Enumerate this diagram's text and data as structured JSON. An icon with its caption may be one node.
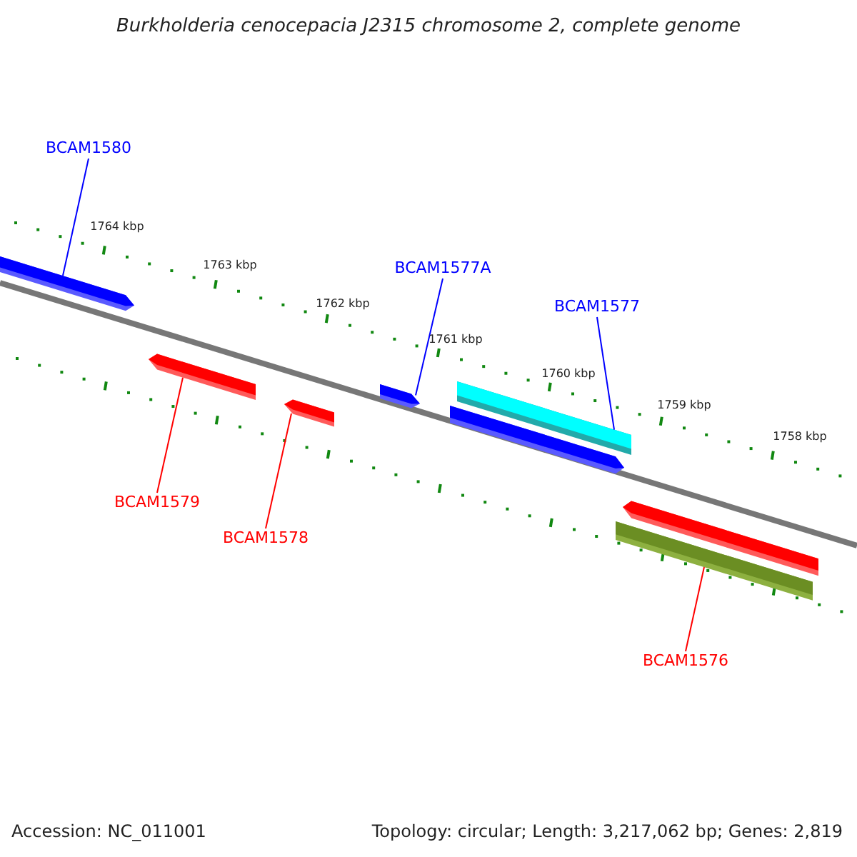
{
  "diagram": {
    "title": "Burkholderia cenocepacia J2315 chromosome 2, complete genome",
    "nodes": [
      {
        "text": [
          "BCAM1580"
        ]
      },
      {
        "text": [
          "BCAM1577A"
        ]
      },
      {
        "text": [
          "BCAM1577"
        ]
      },
      {
        "text": [
          "BCAM1579"
        ]
      },
      {
        "text": [
          "BCAM1578"
        ]
      },
      {
        "text": [
          "BCAM1576"
        ]
      },
      {
        "text": [],
        "shape": "bar"
      },
      {
        "text": [],
        "shape": "bar"
      },
      {
        "text": [],
        "shape": "bar"
      },
      {
        "text": [],
        "shape": "bar"
      },
      {
        "text": [],
        "shape": "bar"
      },
      {
        "text": [],
        "shape": "bar"
      },
      {
        "text": [],
        "shape": "bar"
      },
      {
        "text": [],
        "shape": "bar"
      }
    ],
    "edges": [
      {
        "from": 0,
        "to": 6,
        "arrow": "none",
        "color": "#0000ff"
      },
      {
        "from": 1,
        "to": 9,
        "arrow": "none",
        "color": "#0000ff"
      },
      {
        "from": 2,
        "to": 10,
        "arrow": "none",
        "color": "#0000ff"
      },
      {
        "from": 3,
        "to": 7,
        "arrow": "none",
        "color": "#ff0000"
      },
      {
        "from": 4,
        "to": 8,
        "arrow": "none",
        "color": "#ff0000"
      },
      {
        "from": 5,
        "to": 13,
        "arrow": "none",
        "color": "#ff0000"
      }
    ],
    "labels": [
      "1764 kbp",
      "1763 kbp",
      "1762 kbp",
      "1761 kbp",
      "1760 kbp",
      "1759 kbp",
      "1758 kbp",
      "Accession: NC_011001",
      "Topology: circular; Length: 3,217,062 bp; Genes: 2,819"
    ]
  }
}
